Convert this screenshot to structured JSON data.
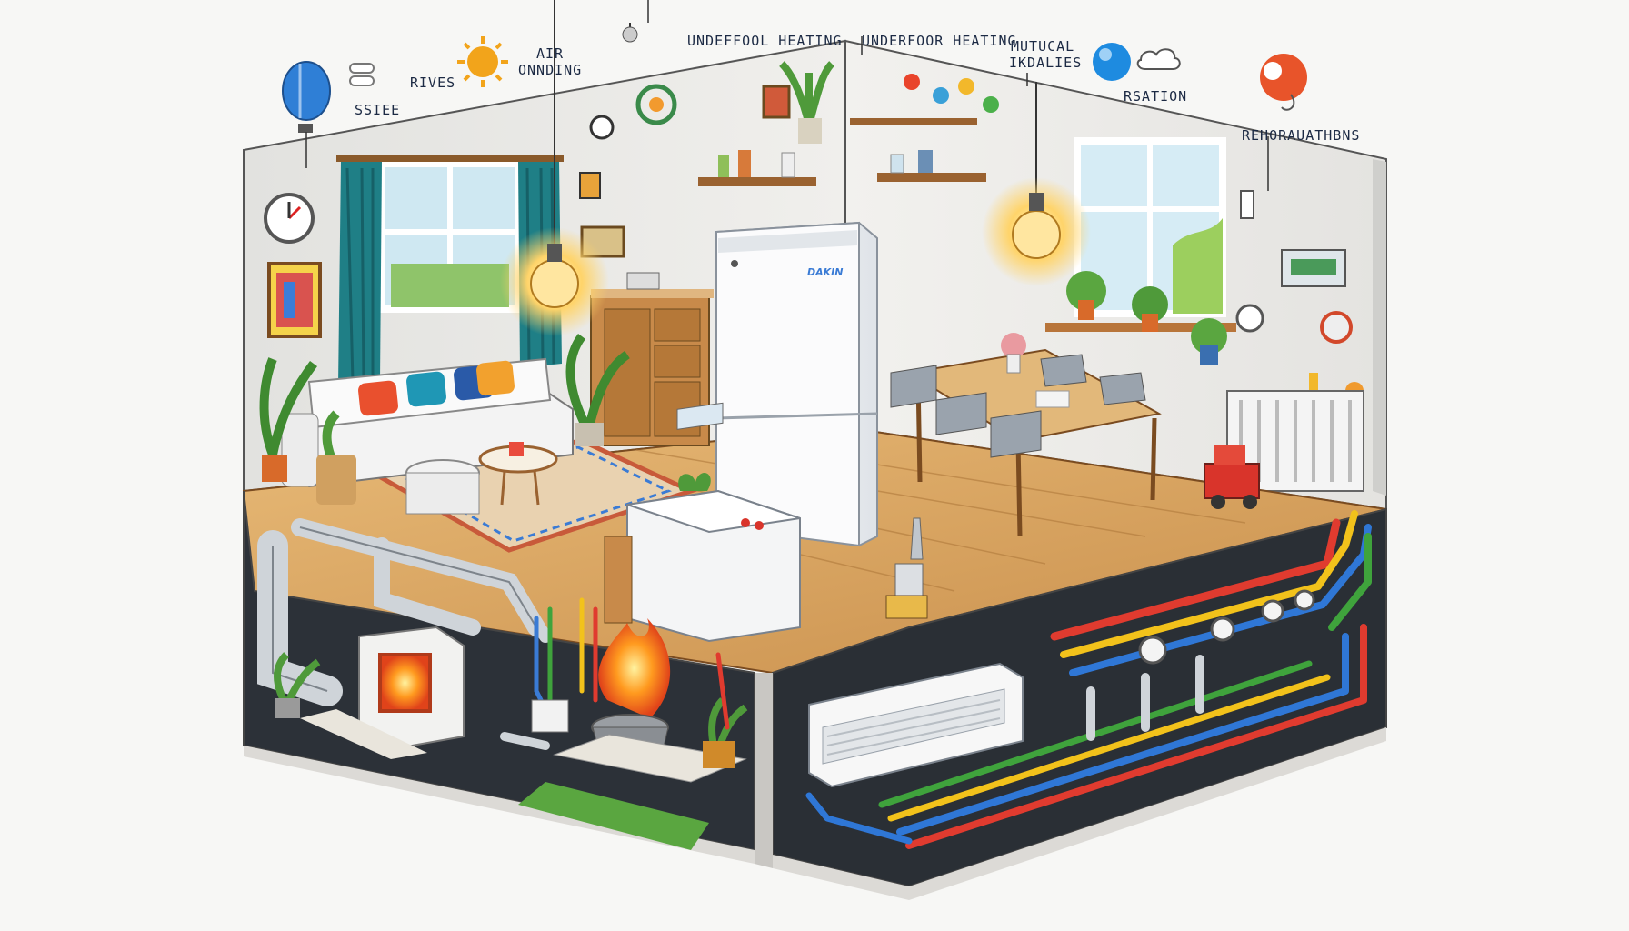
{
  "labels": {
    "l1": "SSIEE",
    "l2": "RIVES",
    "l3a": "AIR",
    "l3b": "ONNDING",
    "l4": "UNDEFFOOL HEATING",
    "l5": "UNDERFOOR HEATING",
    "l6a": "MUTUCAL",
    "l6b": "IKDALIES",
    "l7": "RSATION",
    "l8": "REHORAUATHBNS"
  },
  "unit_brand": "DAKIN",
  "colors": {
    "wall": "#e9e9e6",
    "floor": "#d8a868",
    "base": "#30363d",
    "pipe_red": "#e03b2f",
    "pipe_blue": "#2f77d6",
    "pipe_green": "#3fa33c",
    "pipe_yellow": "#f2c21b",
    "curtain": "#1f7f86"
  },
  "icons": [
    "balloon-icon",
    "toggle-icon",
    "sun-icon",
    "globe-icon",
    "cloud-icon",
    "heart-icon"
  ]
}
